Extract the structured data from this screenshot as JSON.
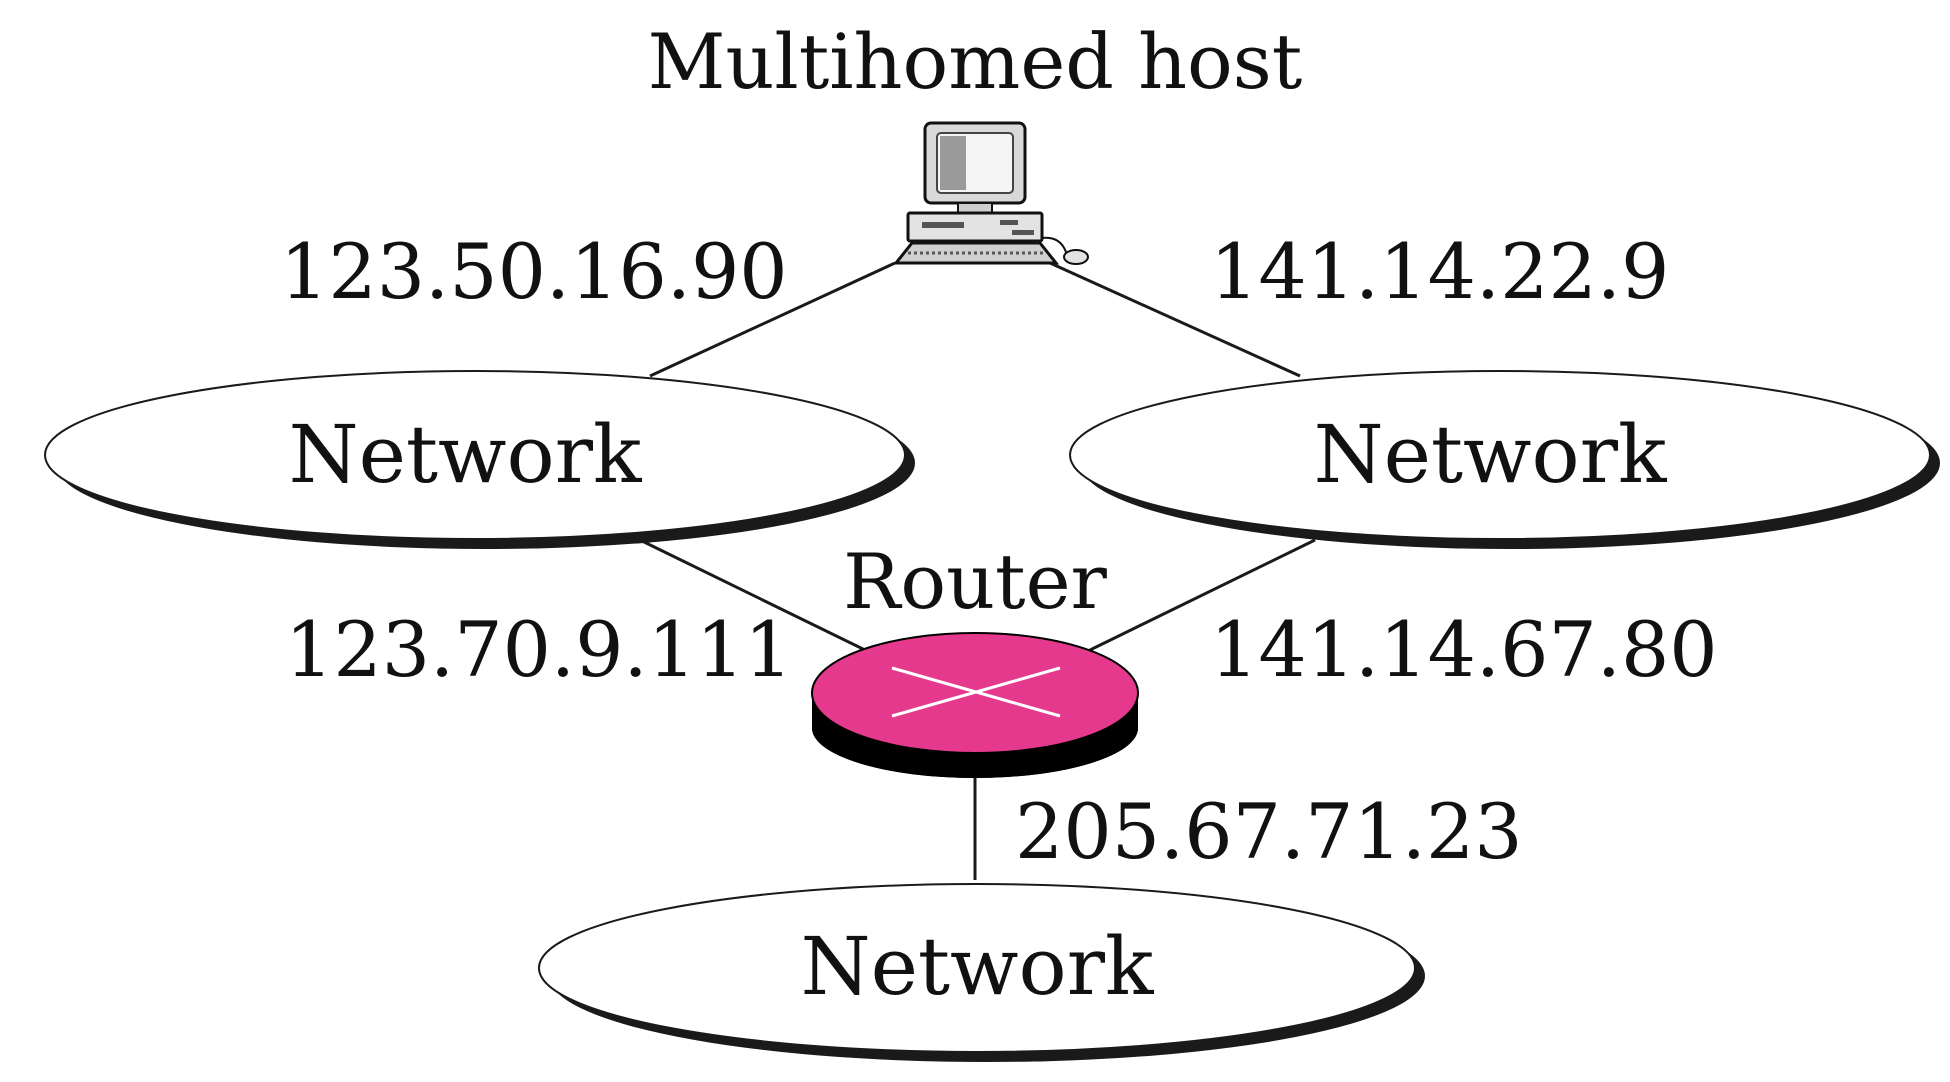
{
  "diagram": {
    "host": {
      "label": "Multihomed host",
      "icon": "desktop-computer-icon"
    },
    "router": {
      "label": "Router",
      "icon": "router-icon",
      "color": "#e5398d",
      "shadow_color": "#000000",
      "cross_color": "#ffffff"
    },
    "networks": {
      "left": {
        "label": "Network"
      },
      "right": {
        "label": "Network"
      },
      "bottom": {
        "label": "Network"
      }
    },
    "addresses": {
      "host_left": "123.50.16.90",
      "host_right": "141.14.22.9",
      "router_left": "123.70.9.111",
      "router_right": "141.14.67.80",
      "router_bottom": "205.67.71.23"
    },
    "colors": {
      "line": "#1a1a1a",
      "ellipse_fill": "#ffffff",
      "ellipse_shadow": "#1a1a1a"
    }
  }
}
